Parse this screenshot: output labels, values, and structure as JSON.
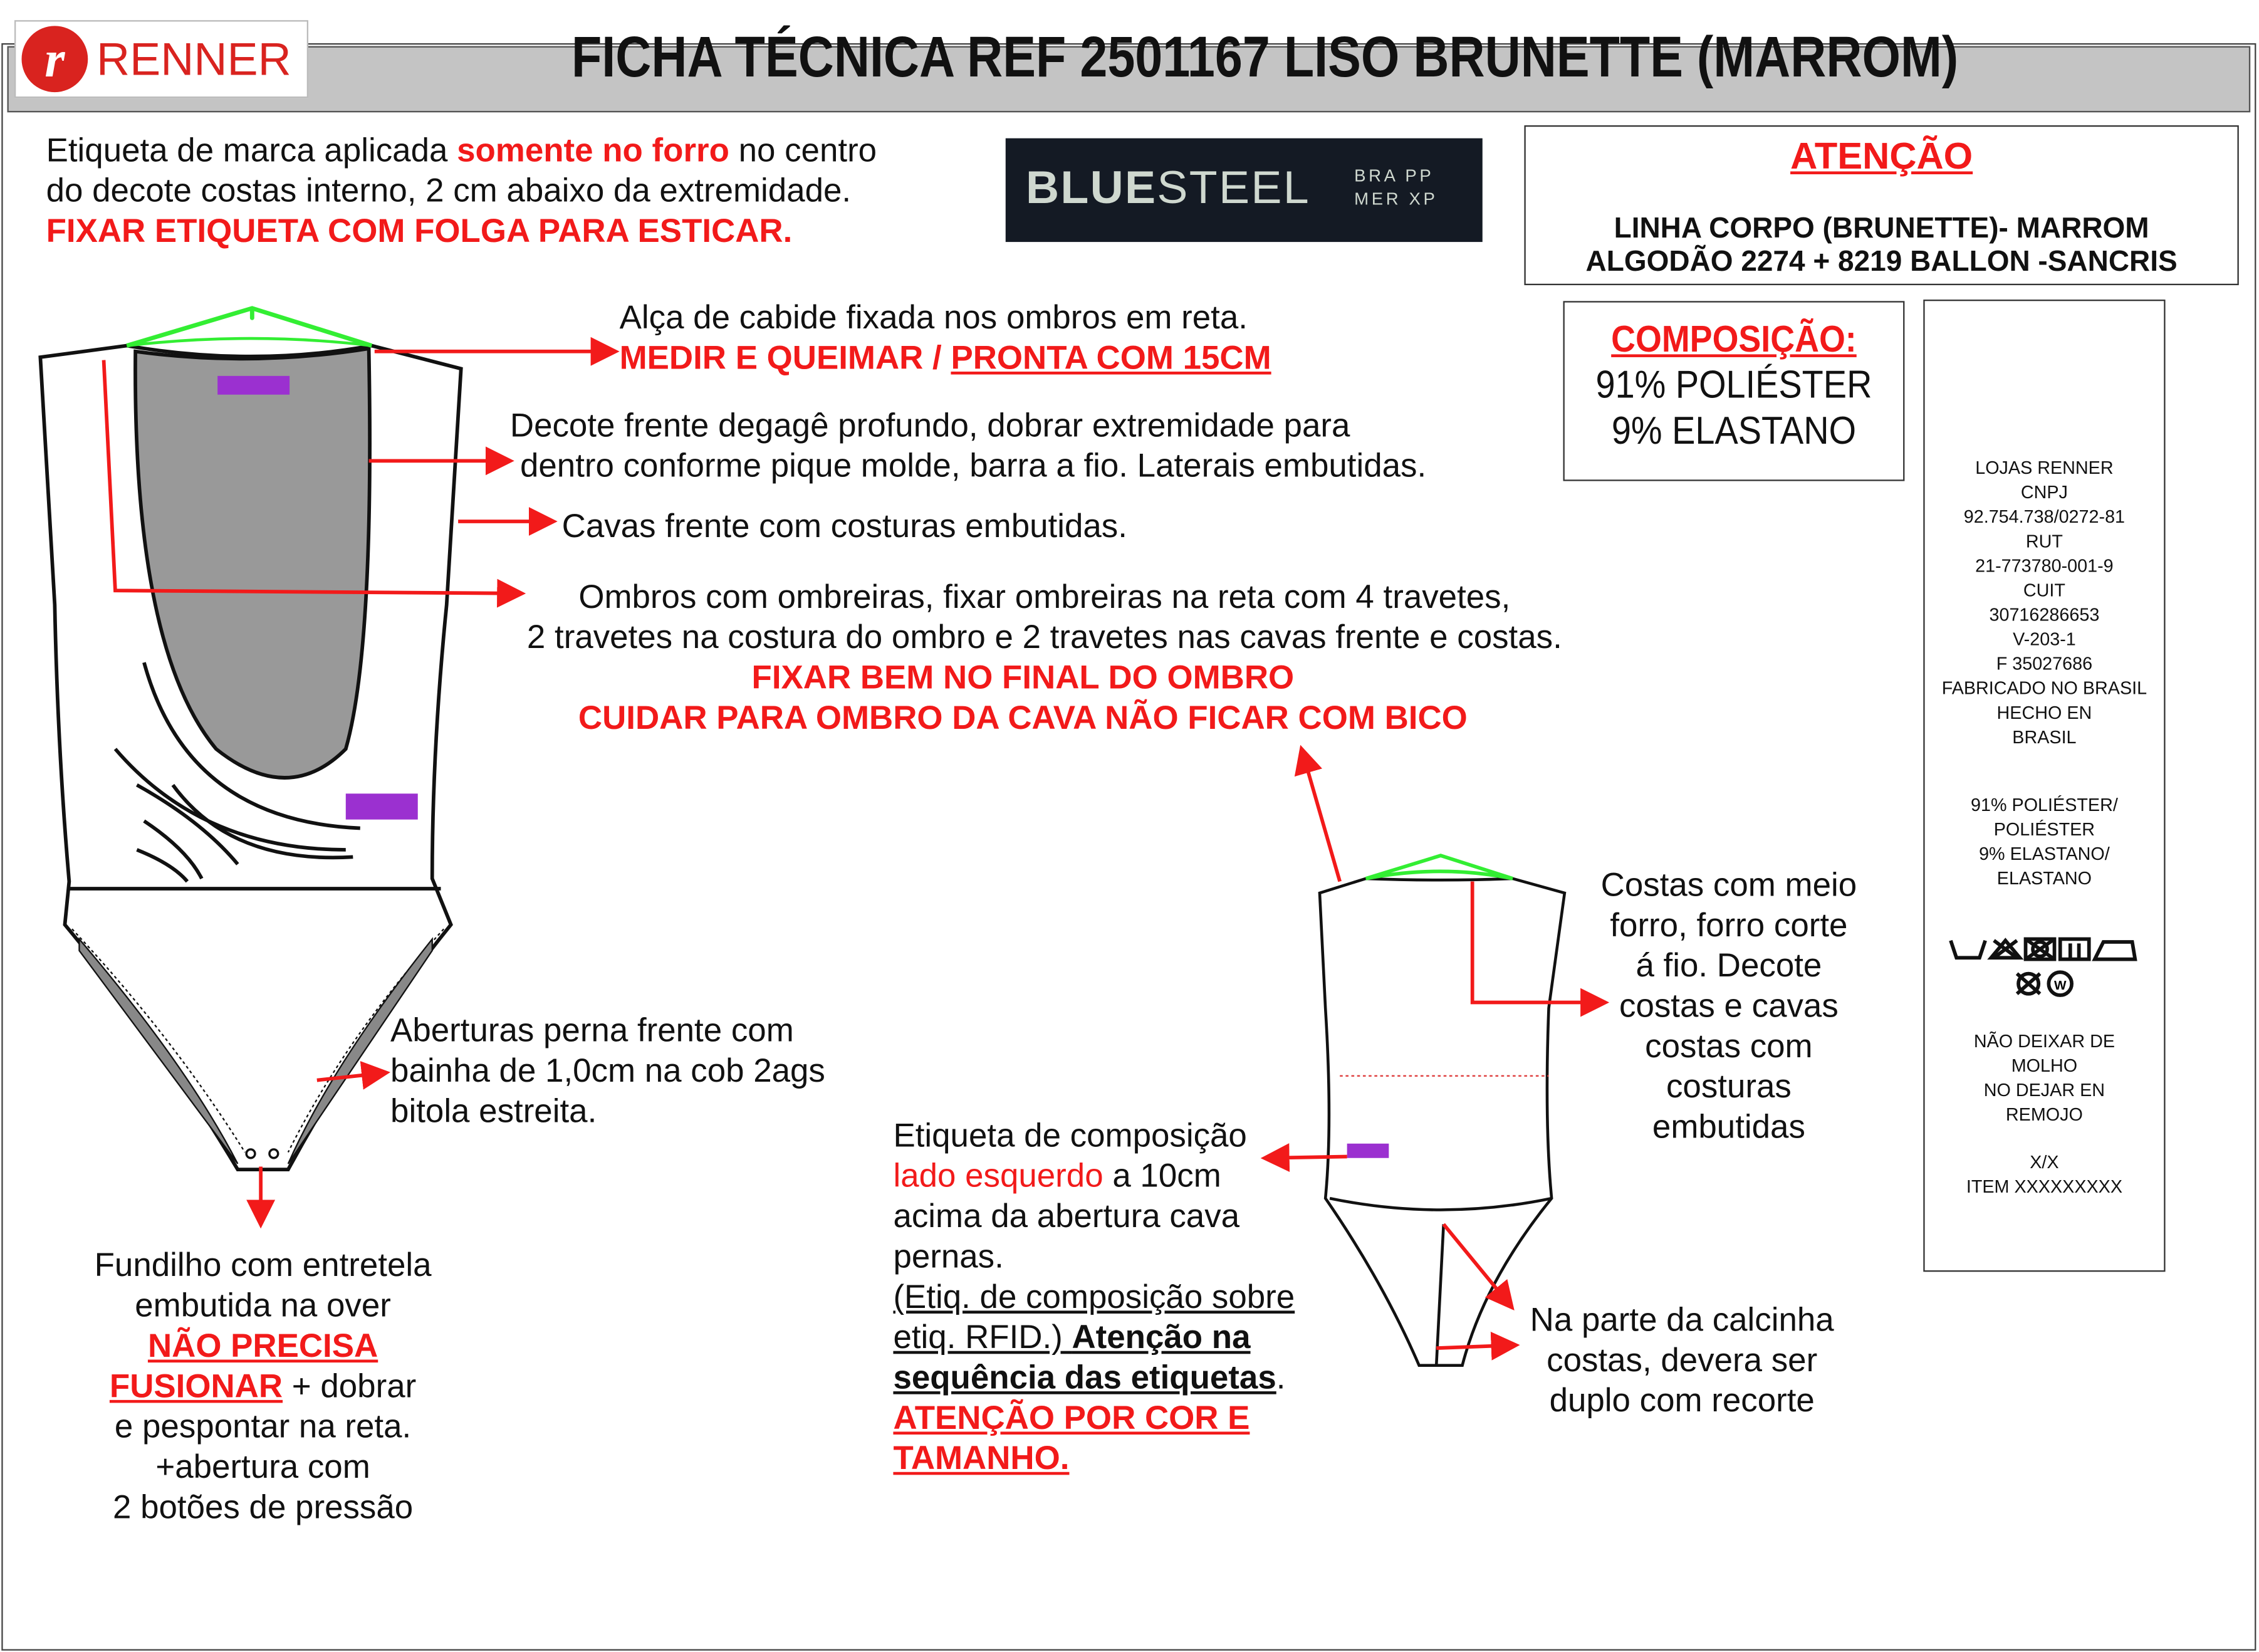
{
  "header": {
    "brand": "RENNER",
    "brand_initial": "r",
    "title": "FICHA TÉCNICA REF 2501167 LISO BRUNETTE (MARROM)"
  },
  "label_note": {
    "line1_a": "Etiqueta de marca aplicada ",
    "line1_b": "somente no forro",
    "line1_c": " no centro",
    "line2": "do decote costas interno, 2 cm abaixo da extremidade.",
    "line3": "FIXAR ETIQUETA COM FOLGA PARA ESTICAR."
  },
  "brand_label": {
    "name_a": "BLUE",
    "name_b": "STEEL",
    "size1": "BRA PP",
    "size2": "MER XP"
  },
  "attention": {
    "title": "ATENÇÃO",
    "line1": "LINHA CORPO (BRUNETTE)- MARROM",
    "line2": "ALGODÃO 2274 + 8219 BALLON -SANCRIS"
  },
  "composition": {
    "title": "COMPOSIÇÃO:",
    "line1": "91% POLIÉSTER",
    "line2": "9% ELASTANO"
  },
  "care_label": {
    "block1": [
      "LOJAS RENNER",
      "CNPJ",
      "92.754.738/0272-81",
      "RUT",
      "21-773780-001-9",
      "CUIT",
      "30716286653",
      "V-203-1",
      "F 35027686",
      "FABRICADO NO BRASIL",
      "HECHO EN",
      "BRASIL"
    ],
    "block2": [
      "91% POLIÉSTER/",
      "POLIÉSTER",
      "9% ELASTANO/",
      "ELASTANO"
    ],
    "block3": [
      "NÃO DEIXAR DE",
      "MOLHO",
      "NO DEJAR EN",
      "REMOJO"
    ],
    "block4": [
      "X/X",
      "ITEM XXXXXXXXX"
    ]
  },
  "notes": {
    "hanger_1": "Alça de cabide fixada nos ombros em reta.",
    "hanger_2a": "MEDIR E QUEIMAR / ",
    "hanger_2b": "PRONTA COM 15CM",
    "neck_1": "Decote frente degagê profundo, dobrar extremidade para",
    "neck_2": "dentro conforme pique molde, barra a fio. Laterais embutidas.",
    "armhole": "Cavas frente com costuras embutidas.",
    "shoulder_1": "Ombros com ombreiras, fixar ombreiras na reta com 4 travetes,",
    "shoulder_2": "2 travetes na costura do ombro e 2 travetes nas cavas frente e costas.",
    "shoulder_3": "FIXAR BEM NO FINAL DO OMBRO",
    "shoulder_4": "CUIDAR PARA OMBRO DA CAVA NÃO FICAR COM BICO",
    "leg_1": "Aberturas perna frente com",
    "leg_2": "bainha de 1,0cm na cob 2ags",
    "leg_3": "bitola estreita.",
    "gusset_1": "Fundilho com entretela",
    "gusset_2": "embutida na over",
    "gusset_3": "NÃO PRECISA",
    "gusset_4a": "FUSIONAR",
    "gusset_4b": " + dobrar",
    "gusset_5": "e pespontar na reta.",
    "gusset_6": "+abertura com",
    "gusset_7": "2 botões de pressão",
    "back_1": "Costas com meio",
    "back_2": "forro, forro corte",
    "back_3": "á fio. Decote",
    "back_4": "costas e cavas",
    "back_5": "costas com",
    "back_6": "costuras",
    "back_7": "embutidas",
    "complabel_1": "Etiqueta de composição",
    "complabel_2a": "lado esquerdo",
    "complabel_2b": " a 10cm",
    "complabel_3": "acima da abertura cava",
    "complabel_4": "pernas.",
    "complabel_5": "(Etiq. de composição sobre",
    "complabel_6a": "etiq. RFID.) ",
    "complabel_6b": "Atenção na ",
    "complabel_7a": "sequência das etiquetas",
    "complabel_7b": ".",
    "complabel_8": "ATENÇÃO POR COR E",
    "complabel_9": "TAMANHO.",
    "brief_1": "Na parte da calcinha",
    "brief_2": "costas, devera ser",
    "brief_3": "duplo com recorte"
  },
  "colors": {
    "red": "#f21a1a",
    "hanger": "#33ee33",
    "label_tag": "#9b30d0",
    "lining": "#999999",
    "header": "#c4c4c4"
  }
}
